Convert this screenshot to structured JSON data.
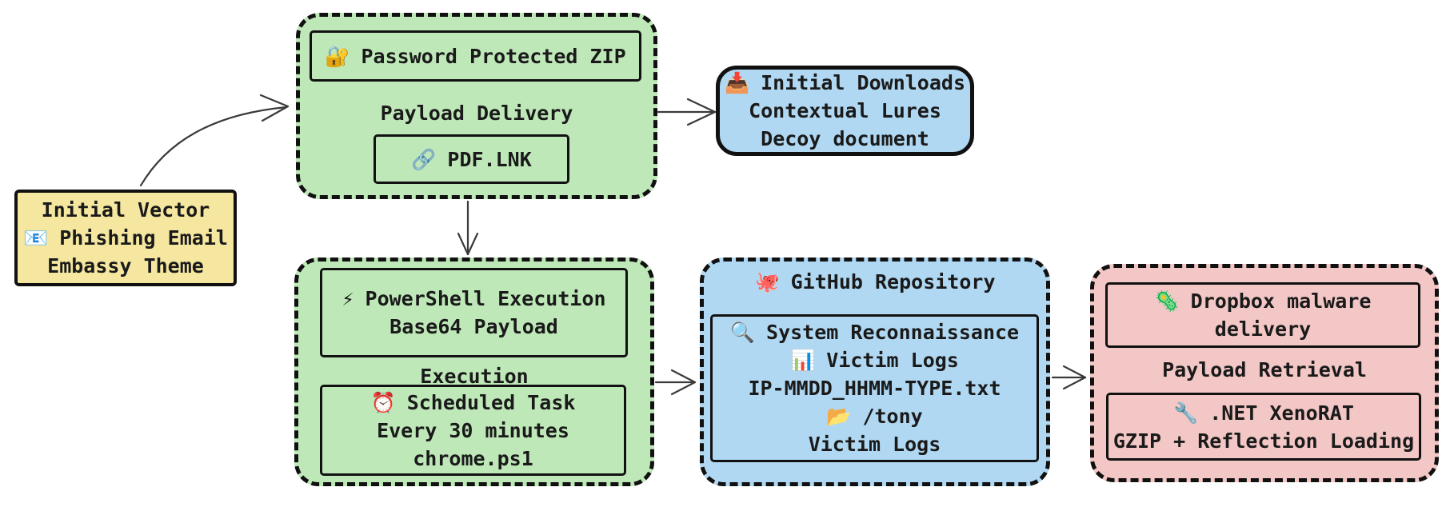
{
  "diagram": {
    "initial_vector": {
      "line1": "Initial Vector",
      "email_icon": "📧",
      "line2": "Phishing Email",
      "line3": "Embassy Theme"
    },
    "payload_delivery": {
      "lock_icon": "🔐",
      "zip_label": "Password Protected ZIP",
      "stage_label": "Payload Delivery",
      "link_icon": "🔗",
      "lnk_label": "PDF.LNK"
    },
    "initial_downloads": {
      "inbox_icon": "📥",
      "line1": "Initial Downloads",
      "line2": "Contextual Lures",
      "line3": "Decoy document"
    },
    "execution": {
      "lightning_icon": "⚡",
      "ps_line1": "PowerShell Execution",
      "ps_line2": "Base64 Payload",
      "stage_label": "Execution",
      "clock_icon": "⏰",
      "task_line1": "Scheduled Task",
      "task_line2": "Every 30 minutes",
      "task_line3": "chrome.ps1"
    },
    "github": {
      "octopus_icon": "🐙",
      "title": "GitHub Repository",
      "magnifier_icon": "🔍",
      "recon_label": "System Reconnaissance",
      "chart_icon": "📊",
      "victim_logs_label": "Victim Logs",
      "file_pattern": "IP-MMDD_HHMM-TYPE.txt",
      "folder_icon": "📂",
      "folder_path": "/tony",
      "victim_logs_label2": "Victim Logs"
    },
    "payload_retrieval": {
      "microbe_icon": "🦠",
      "dropbox_line1": "Dropbox malware",
      "dropbox_line2": "delivery",
      "stage_label": "Payload Retrieval",
      "wrench_icon": "🔧",
      "rat_line1": ".NET XenoRAT",
      "rat_line2": "GZIP + Reflection Loading"
    },
    "colors": {
      "green_fill": "#bfe8b9",
      "blue_fill": "#b0d8f2",
      "pink_fill": "#f2c7c5",
      "yellow_fill": "#f6e7a0",
      "stroke": "#111111",
      "arrow": "#3a3a3a"
    }
  }
}
